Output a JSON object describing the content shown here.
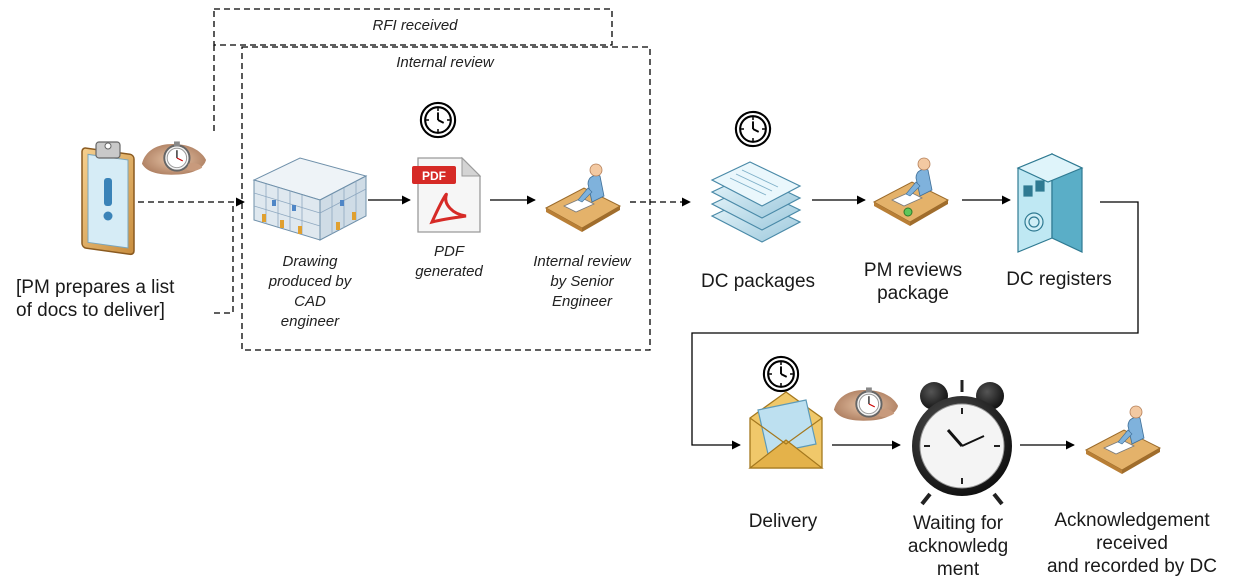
{
  "frames": {
    "rfi_label": "RFI received",
    "internal_review_label": "Internal review"
  },
  "steps": {
    "pm_list": "[PM prepares a list\nof docs to deliver]",
    "drawing": "Drawing\nproduced by\nCAD\nengineer",
    "pdf": "PDF\ngenerated",
    "internal_review": "Internal review\nby Senior\nEngineer",
    "dc_packages": "DC packages",
    "pm_reviews": "PM reviews\npackage",
    "dc_registers": "DC registers",
    "delivery": "Delivery",
    "waiting": "Waiting for\nacknowledg\nment",
    "acknowledgement": "Acknowledgement\nreceived\nand recorded by DC"
  },
  "icons": {
    "pdf_badge": "PDF"
  },
  "colors": {
    "arrow": "#000000",
    "clipboard": "#e9b76a",
    "paper_blue": "#a9d3e6",
    "pdf_red": "#d62a26",
    "desk": "#d9a35a",
    "person_blue": "#7fb2dc",
    "building": "#7fc6dc"
  }
}
